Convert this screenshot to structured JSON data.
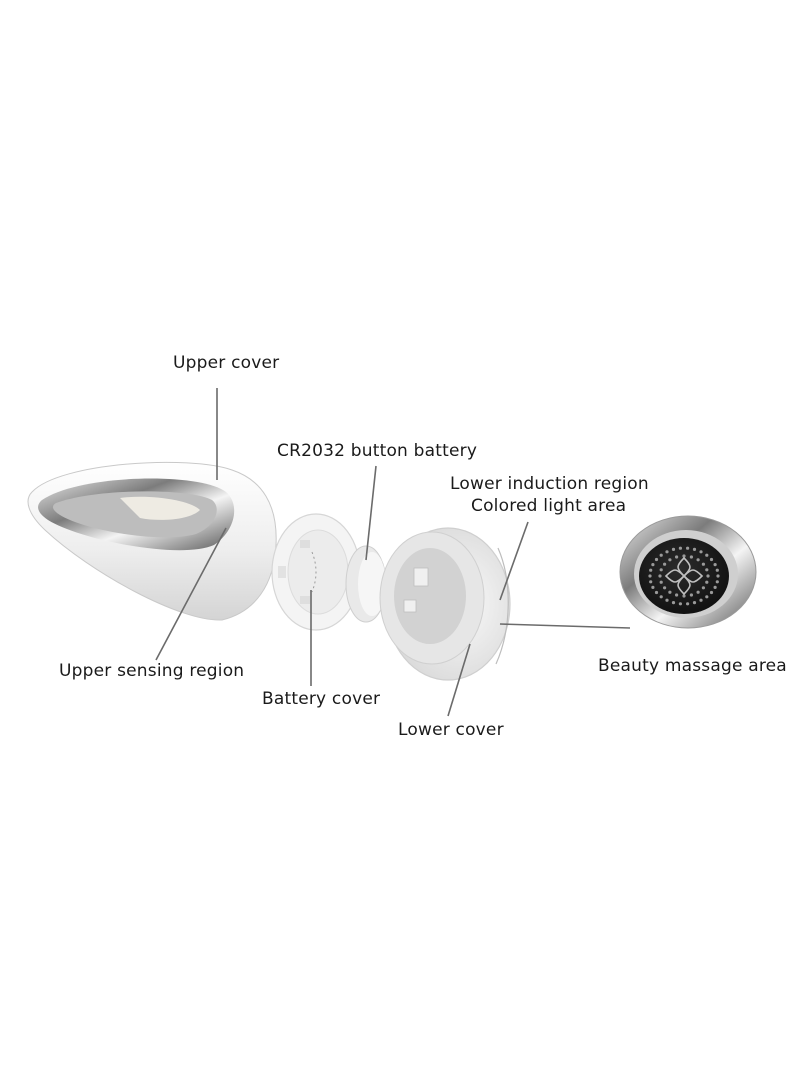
{
  "labels": {
    "upper_cover": "Upper cover",
    "cr2032_battery": "CR2032 button battery",
    "lower_induction_region": "Lower induction region",
    "colored_light_area": "Colored light area",
    "upper_sensing_region": "Upper sensing region",
    "battery_cover": "Battery cover",
    "lower_cover": "Lower cover",
    "beauty_massage_area": "Beauty massage area"
  },
  "colors": {
    "shell": "#f2f2f2",
    "chrome": "#8a8a8a",
    "dark_face": "#1c1c1c",
    "leader": "#6b6b6b"
  }
}
